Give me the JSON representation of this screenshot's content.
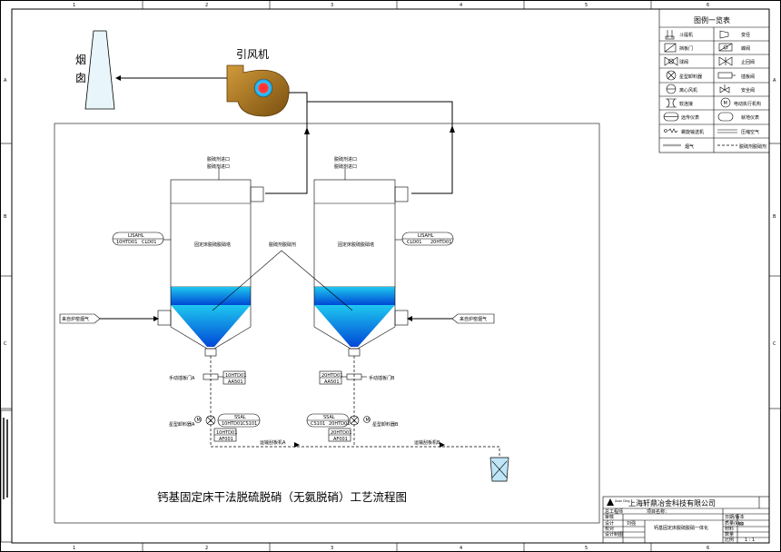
{
  "border": {
    "columns": [
      "1",
      "2",
      "3",
      "4",
      "5",
      "6"
    ],
    "rows": [
      "A",
      "B",
      "C"
    ]
  },
  "chimney_label": [
    "烟",
    "囱"
  ],
  "fan_label": "引风机",
  "title": "钙基固定床干法脱硫脱硝（无氨脱硝）工艺流程图",
  "tower_a": {
    "inlet_labels": [
      "脱硫剂进口",
      "脱硫剂进口"
    ],
    "name": "固定床脱硫脱硝塔",
    "level_tag": [
      "LISAHL",
      "10HTD01",
      "CLD01"
    ],
    "flue_in": "来自炉窑烟气",
    "valve_label": "手动插板门A",
    "valve_tag": [
      "10HTD01",
      "AA501"
    ],
    "feeder_label": "星型卸料器A",
    "feeder_tag1": [
      "SSAL",
      "10HTD01",
      "CS101"
    ],
    "feeder_tag2": [
      "10HTD01",
      "AF001"
    ],
    "conveyor": "运输刮板机A"
  },
  "tower_b": {
    "inlet_labels": [
      "脱硫剂进口",
      "脱硫剂进口"
    ],
    "name": "固定床脱硫脱硝塔",
    "level_tag": [
      "LISAHL",
      "CLD01",
      "20HTD01"
    ],
    "flue_in": "来自炉窑烟气",
    "valve_label": "手动插板门B",
    "valve_tag": [
      "20HTD01",
      "AA501"
    ],
    "feeder_label": "星型卸料器B",
    "feeder_tag1": [
      "SSAL",
      "CS101",
      "20HTD01"
    ],
    "feeder_tag2": [
      "20HTD01",
      "AF001"
    ],
    "conveyor": "运输刮板机B"
  },
  "sorbent_label": "脱硫剂脱硝剂",
  "legend": {
    "title": "图例一览表",
    "rows": [
      [
        "斗提机",
        "变径"
      ],
      [
        "挡板门",
        "蝶阀"
      ],
      [
        "球阀",
        "止回阀"
      ],
      [
        "星型卸料器",
        "插板阀"
      ],
      [
        "离心风机",
        "安全阀"
      ],
      [
        "软连接",
        "电动执行机构"
      ],
      [
        "远传仪表",
        "就地仪表"
      ],
      [
        "螺旋输送机",
        "压缩空气"
      ],
      [
        "烟气",
        "脱硫剂脱硝剂"
      ]
    ]
  },
  "title_block": {
    "company": "上海轩鼎冶金科技有限公司",
    "logo_text": "Xuan Ding",
    "project_name_label": "项目名称：",
    "drawing_name": "钙基固定床脱硫脱硝一体化",
    "rows": [
      [
        "总工程师",
        ""
      ],
      [
        "审核",
        ""
      ],
      [
        "设计",
        "刘强"
      ],
      [
        "校对",
        ""
      ],
      [
        "设计制图",
        ""
      ]
    ],
    "right_rows": [
      "日期/版本",
      "质量(kg)",
      "材料",
      "数量",
      "比例"
    ],
    "scale": "1 : 1",
    "unit": "kg"
  },
  "colors": {
    "fill_top": "#1ec8f0",
    "fill_bottom": "#0047d6",
    "fan_body": "#b07a1c",
    "chimney": "#e8f6fb",
    "fan_center": "#ff2020"
  }
}
